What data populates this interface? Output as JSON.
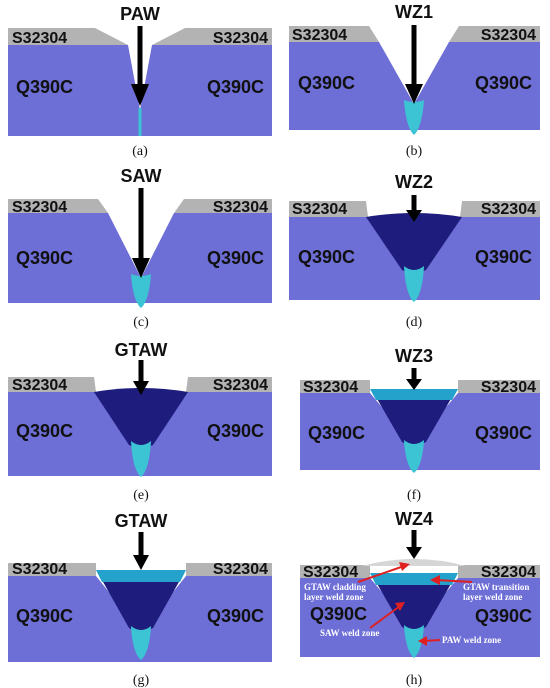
{
  "colors": {
    "base_metal": "#6d6ed6",
    "cladding": "#b3b3b3",
    "root_weld": "#3cc4d4",
    "fill_weld": "#1e1c7c",
    "transition_weld": "#24a2cc",
    "cap_weld": "#d6d6d6",
    "arrow": "#000000",
    "annotation_arrow": "#e02020"
  },
  "panels": [
    {
      "id": "a",
      "caption": "(a)",
      "process": "PAW",
      "clad_left": "S32304",
      "clad_right": "S32304",
      "base_left": "Q390C",
      "base_right": "Q390C"
    },
    {
      "id": "b",
      "caption": "(b)",
      "process": "WZ1",
      "clad_left": "S32304",
      "clad_right": "S32304",
      "base_left": "Q390C",
      "base_right": "Q390C"
    },
    {
      "id": "c",
      "caption": "(c)",
      "process": "SAW",
      "clad_left": "S32304",
      "clad_right": "S32304",
      "base_left": "Q390C",
      "base_right": "Q390C"
    },
    {
      "id": "d",
      "caption": "(d)",
      "process": "WZ2",
      "clad_left": "S32304",
      "clad_right": "S32304",
      "base_left": "Q390C",
      "base_right": "Q390C"
    },
    {
      "id": "e",
      "caption": "(e)",
      "process": "GTAW",
      "clad_left": "S32304",
      "clad_right": "S32304",
      "base_left": "Q390C",
      "base_right": "Q390C"
    },
    {
      "id": "f",
      "caption": "(f)",
      "process": "WZ3",
      "clad_left": "S32304",
      "clad_right": "S32304",
      "base_left": "Q390C",
      "base_right": "Q390C"
    },
    {
      "id": "g",
      "caption": "(g)",
      "process": "GTAW",
      "clad_left": "S32304",
      "clad_right": "S32304",
      "base_left": "Q390C",
      "base_right": "Q390C"
    },
    {
      "id": "h",
      "caption": "(h)",
      "process": "WZ4",
      "clad_left": "S32304",
      "clad_right": "S32304",
      "base_left": "Q390C",
      "base_right": "Q390C",
      "annotations": {
        "gtaw_cladding_1": "GTAW cladding",
        "gtaw_cladding_2": "layer weld zone",
        "gtaw_transition_1": "GTAW transition",
        "gtaw_transition_2": "layer weld zone",
        "saw_zone": "SAW weld zone",
        "paw_zone": "PAW weld zone"
      }
    }
  ]
}
